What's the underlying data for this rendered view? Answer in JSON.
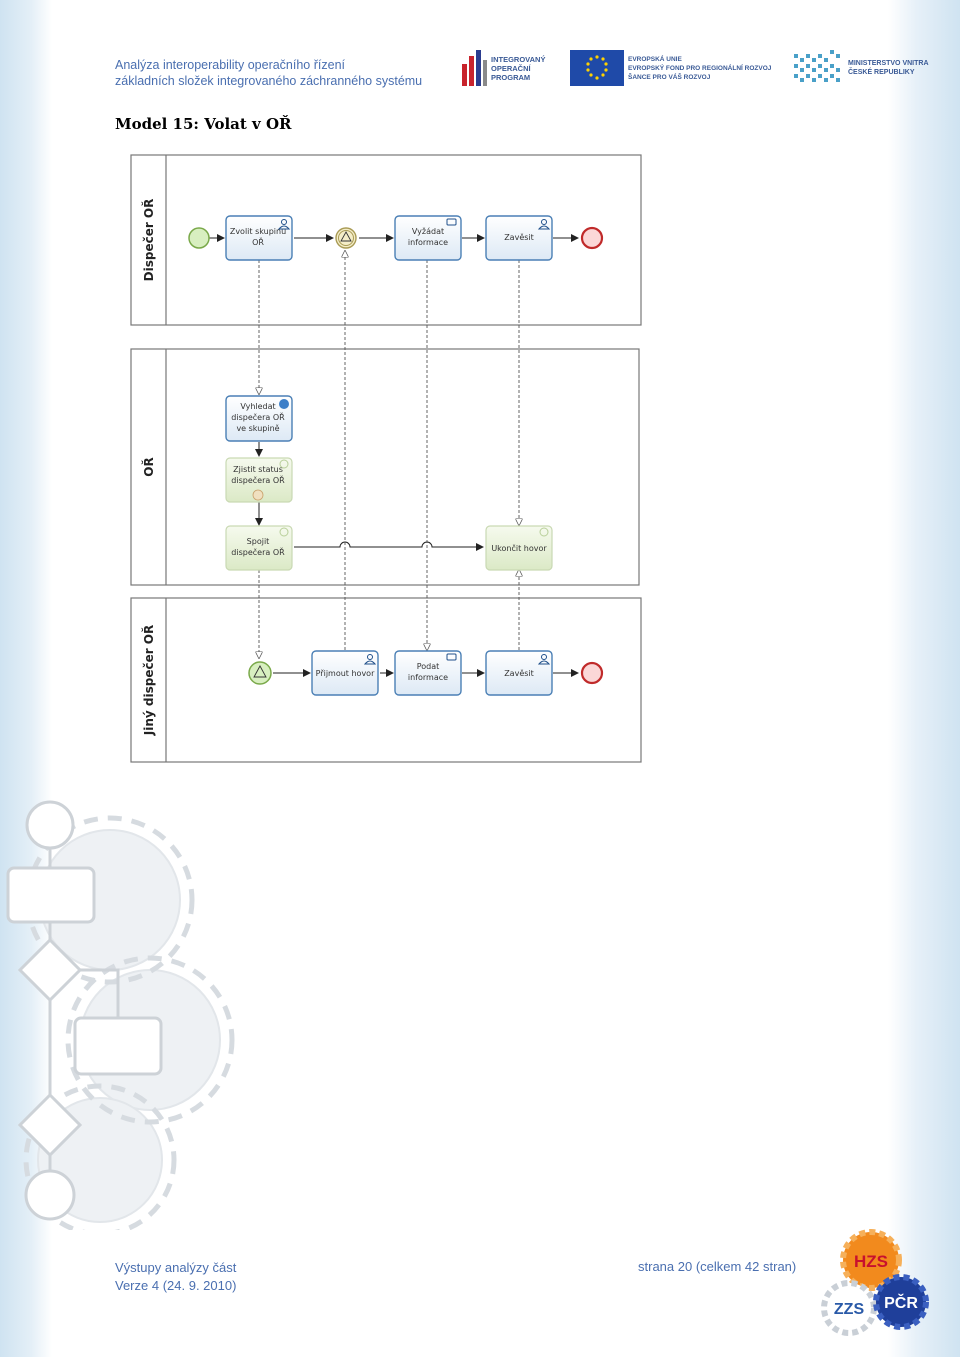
{
  "header": {
    "line1": "Analýza interoperability operačního řízení",
    "line2": "základních složek integrovaného záchranného systému",
    "logo_iop": [
      "INTEGROVANÝ",
      "OPERAČNÍ",
      "PROGRAM"
    ],
    "logo_eu": [
      "EVROPSKÁ UNIE",
      "EVROPSKÝ FOND PRO REGIONÁLNÍ ROZVOJ",
      "ŠANCE PRO VÁŠ ROZVOJ"
    ],
    "logo_mv": [
      "MINISTERSTVO VNITRA",
      "ČESKÉ REPUBLIKY"
    ]
  },
  "title": "Model 15: Volat v OŘ",
  "diagram": {
    "lanes": {
      "top": "Dispečer OŘ",
      "middle": "OŘ",
      "bottom": "Jiný dispečer OŘ"
    },
    "tasks": {
      "zvolit": [
        "Zvolit skupinu",
        "OŘ"
      ],
      "vyzadat": [
        "Vyžádat",
        "informace"
      ],
      "zavesit_top": [
        "Zavěsit"
      ],
      "vyhledat": [
        "Vyhledat",
        "dispečera OŘ",
        "ve skupině"
      ],
      "zjistit": [
        "Zjistit status",
        "dispečera OŘ"
      ],
      "spojit": [
        "Spojit",
        "dispečera OŘ"
      ],
      "ukoncit": [
        "Ukončit hovor"
      ],
      "prijmout": [
        "Přijmout hovor"
      ],
      "podat": [
        "Podat",
        "informace"
      ],
      "zavesit_bottom": [
        "Zavěsit"
      ]
    }
  },
  "footer": {
    "left_line1": "Výstupy analýzy část",
    "left_line2": "Verze 4 (24. 9. 2010)",
    "right": "strana 20 (celkem 42 stran)",
    "badge_hzs": "HZS",
    "badge_zzs": "ZZS",
    "badge_pcr": "PČR"
  }
}
